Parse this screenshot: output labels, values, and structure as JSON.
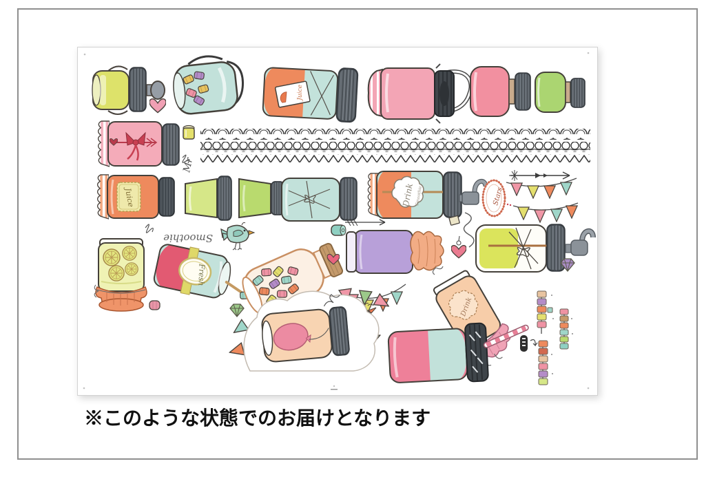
{
  "caption": "※このような状態でのお届けとなります",
  "sheet": {
    "jar_labels": {
      "juice_tag": "Juice",
      "juice_jar": "Juice",
      "mr_script": "Mr",
      "smoothie_script": "Smoothie",
      "fresh_label": "Fresh",
      "stars_label": "Stars",
      "smoothie_jar_word_big": "Drink",
      "smoothie_jar_word_small": "Smoothie",
      "drink_jar_label": "Drink"
    },
    "palette": {
      "outline": "#4a443e",
      "lid_gray": "#666d74",
      "lid_dark": "#4e555b",
      "lid_black": "#3f454a",
      "pink": "#f3a5b5",
      "rose": "#ee8099",
      "red_pink": "#e2556e",
      "red_accent": "#c84052",
      "orange": "#ee8a5d",
      "peach": "#f7cda9",
      "teal": "#c2e1da",
      "aqua": "#9fd6c9",
      "lime": "#d6e788",
      "green": "#abd571",
      "yellow": "#dde26a",
      "bright_yellow": "#dbe45c",
      "purple": "#b8a0d9",
      "lavender": "#b48cc8",
      "cream_label": "#eee8a8",
      "frame_border": "#8f8f8f"
    }
  }
}
